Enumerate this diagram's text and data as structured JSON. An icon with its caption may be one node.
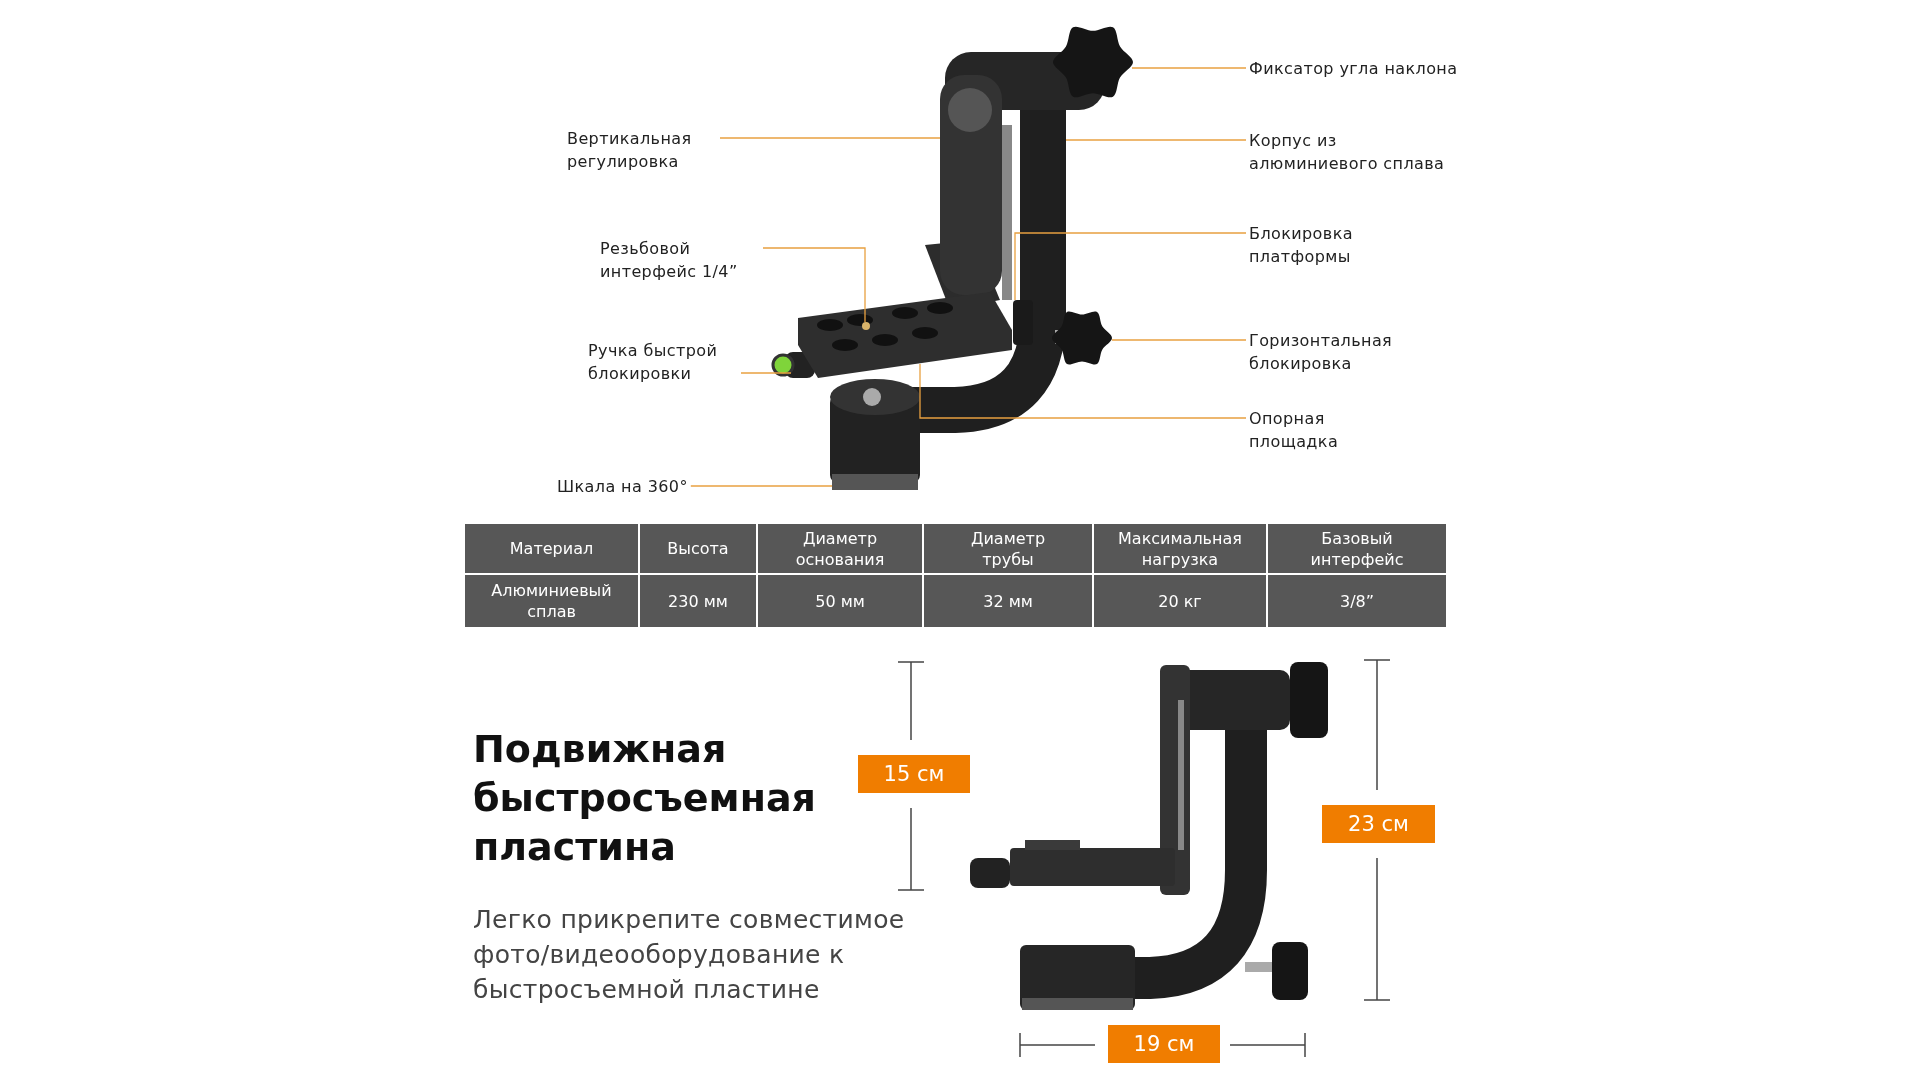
{
  "diagram": {
    "nodes": [
      {
        "text": [
          "Вертикальная регулировка"
        ]
      },
      {
        "text": [
          "Резьбовой интерфейс 1/4”"
        ]
      },
      {
        "text": [
          "Ручка быстрой блокировки"
        ]
      },
      {
        "text": [
          "Шкала на 360°"
        ]
      },
      {
        "text": [
          "Фиксатор угла наклона"
        ]
      },
      {
        "text": [
          "Корпус из алюминиевого сплава"
        ]
      },
      {
        "text": [
          "Блокировка платформы"
        ]
      },
      {
        "text": [
          "Горизонтальная блокировка"
        ]
      },
      {
        "text": [
          "Опорная площадка"
        ]
      },
      {
        "text": [],
        "shape": "box"
      },
      {
        "text": [],
        "shape": "circle",
        "in": 17
      },
      {
        "text": [],
        "shape": "circle"
      },
      {
        "text": [],
        "shape": "bar"
      },
      {
        "text": [],
        "shape": "picture"
      },
      {
        "text": [],
        "shape": "bar"
      },
      {
        "text": [],
        "shape": "bar"
      },
      {
        "text": [],
        "shape": "picture"
      },
      {
        "text": [],
        "shape": "picture"
      }
    ],
    "edges": [
      {
        "from": 0,
        "to": 9,
        "arrow": "none"
      },
      {
        "from": 1,
        "to": 10,
        "arrow": "none"
      },
      {
        "from": 2,
        "to": 11,
        "arrow": "none"
      },
      {
        "from": 3,
        "to": 12,
        "arrow": "none"
      },
      {
        "from": 4,
        "to": 13,
        "arrow": "none"
      },
      {
        "from": 5,
        "to": 14,
        "arrow": "none"
      },
      {
        "from": 6,
        "to": 15,
        "arrow": "none"
      },
      {
        "from": 7,
        "to": 16,
        "arrow": "none"
      },
      {
        "from": 8,
        "to": 17,
        "arrow": "none"
      }
    ],
    "labels": [
      "Материал",
      "Высота",
      "Диаметр основания",
      "Диаметр трубы",
      "Максимальная нагрузка",
      "Базовый интерфейс",
      "Алюминиевый сплав",
      "230 мм",
      "50 мм",
      "32 мм",
      "20 кг",
      "3/8”",
      "Подвижная быстросъемная пластина",
      "Легко прикрепите совместимое фото/видеооборудование к быстросъемной пластине",
      "15 см",
      "23 см",
      "19 см"
    ]
  }
}
